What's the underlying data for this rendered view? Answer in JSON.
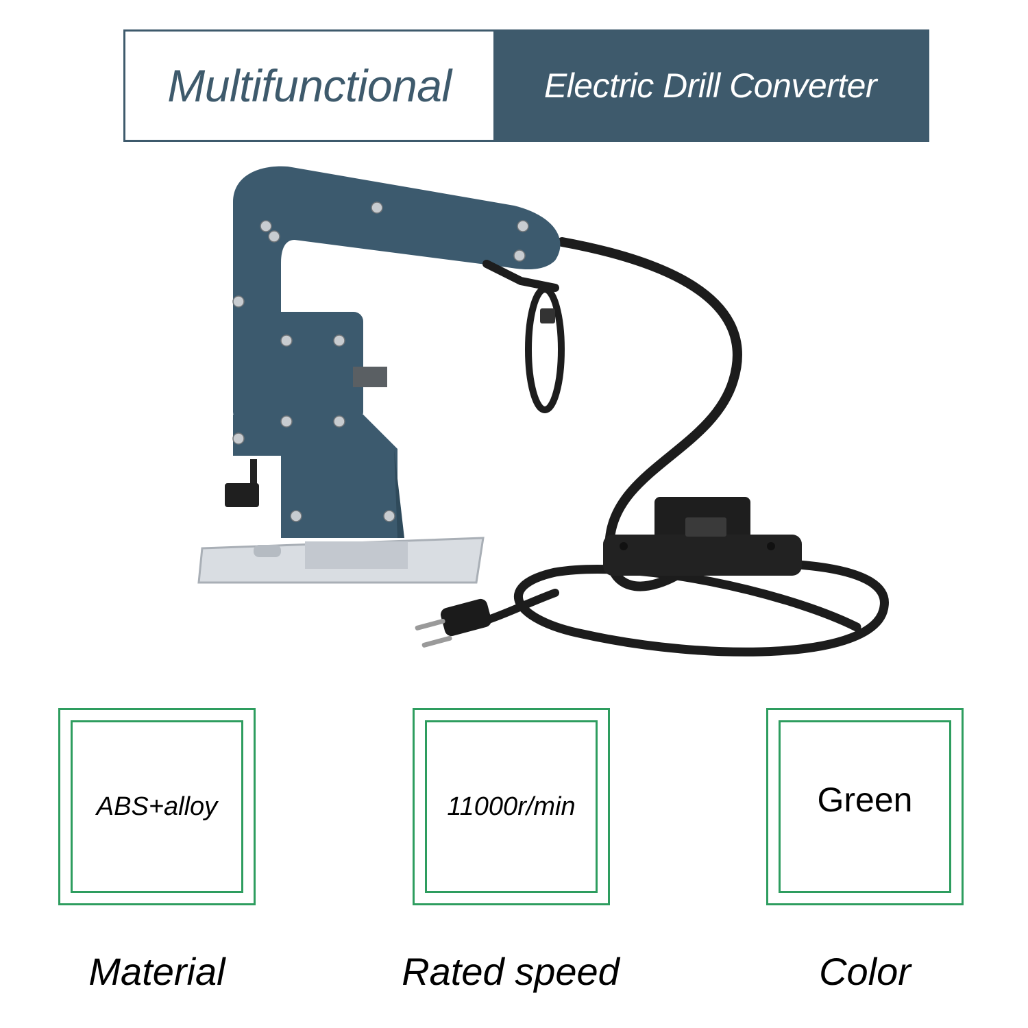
{
  "banner": {
    "title": "Multifunctional",
    "subtitle": "Electric Drill Converter",
    "color": "#3e5a6c"
  },
  "product": {
    "description_icon": "drill-converter-illustration",
    "body_color": "#3c5a6e"
  },
  "specs": [
    {
      "value": "ABS+alloy",
      "label": "Material"
    },
    {
      "value": "11000r/min",
      "label": "Rated speed"
    },
    {
      "value": "Green",
      "label": "Color"
    }
  ],
  "colors": {
    "card_border": "#2e9d5f"
  }
}
